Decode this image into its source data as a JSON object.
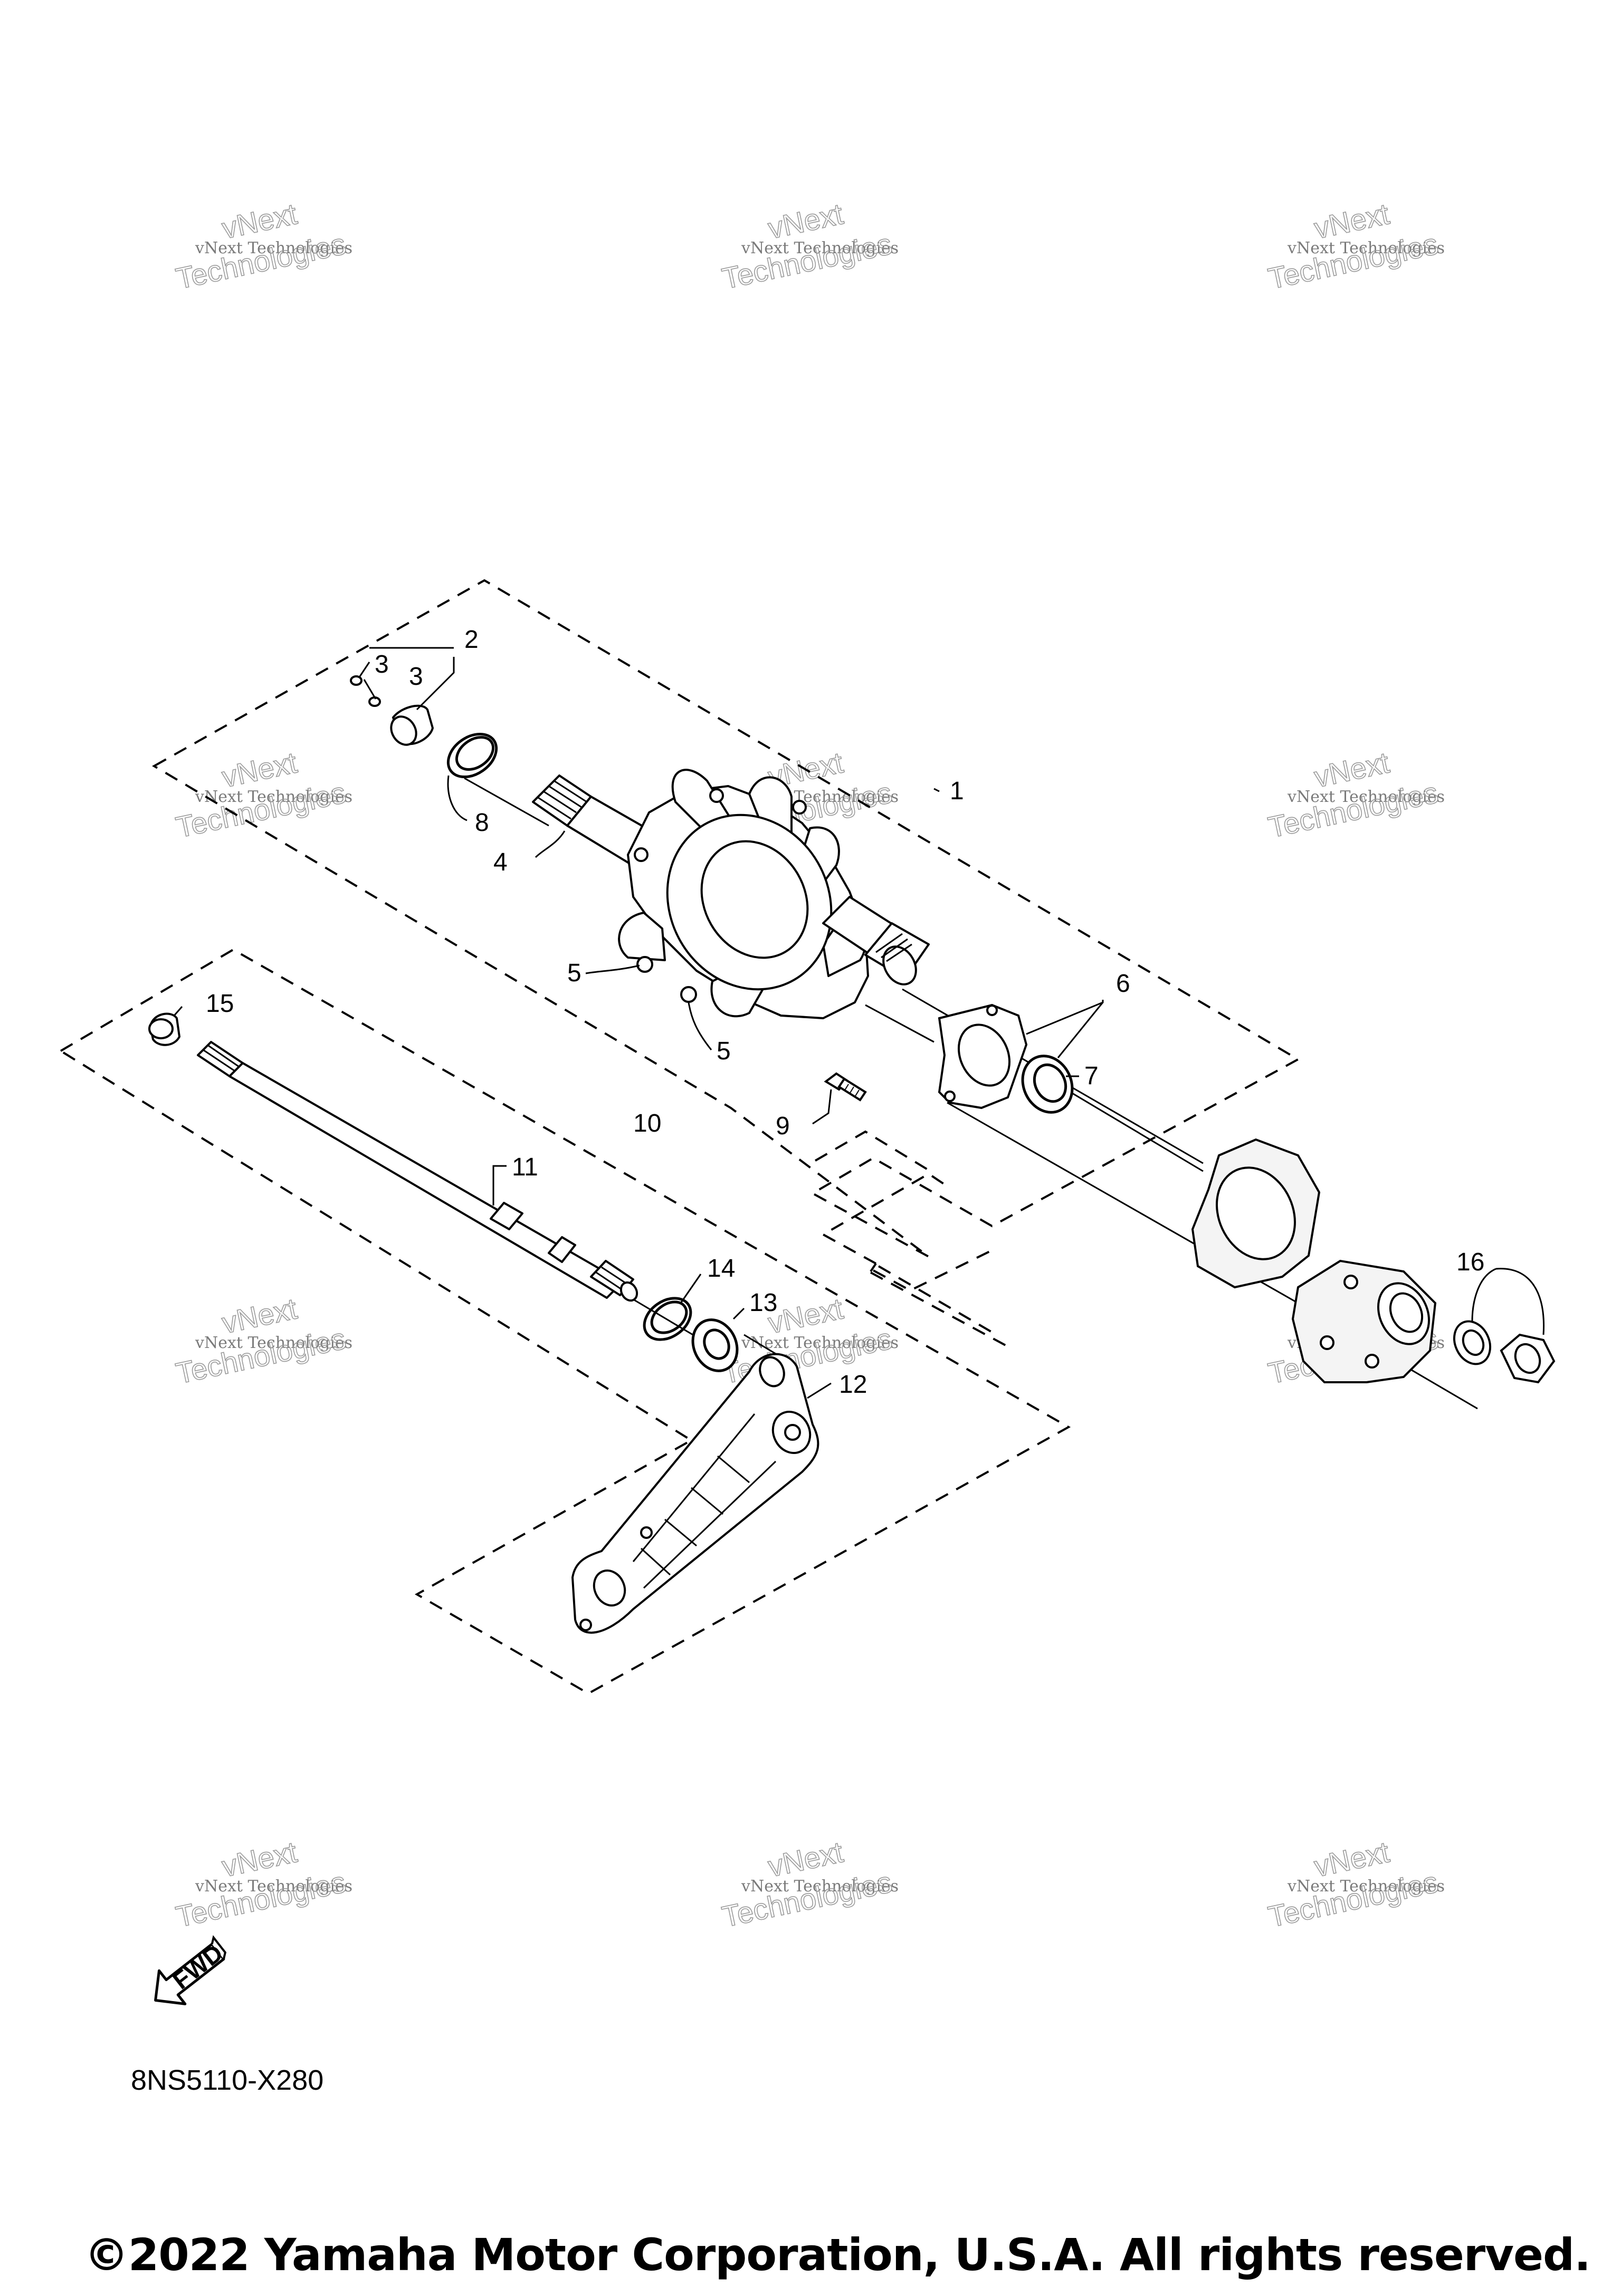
{
  "diagram": {
    "code": "8NS5110-X280",
    "copyright": "©2022 Yamaha Motor Corporation, U.S.A. All rights reserved.",
    "fwd_label": "FWD",
    "watermark_line1": "vNext Technologies",
    "watermark_line2": "vNext",
    "watermark_line3": "Technologies",
    "callouts": [
      "1",
      "2",
      "3",
      "3",
      "4",
      "5",
      "5",
      "6",
      "7",
      "8",
      "9",
      "10",
      "11",
      "12",
      "13",
      "14",
      "15",
      "16"
    ]
  }
}
